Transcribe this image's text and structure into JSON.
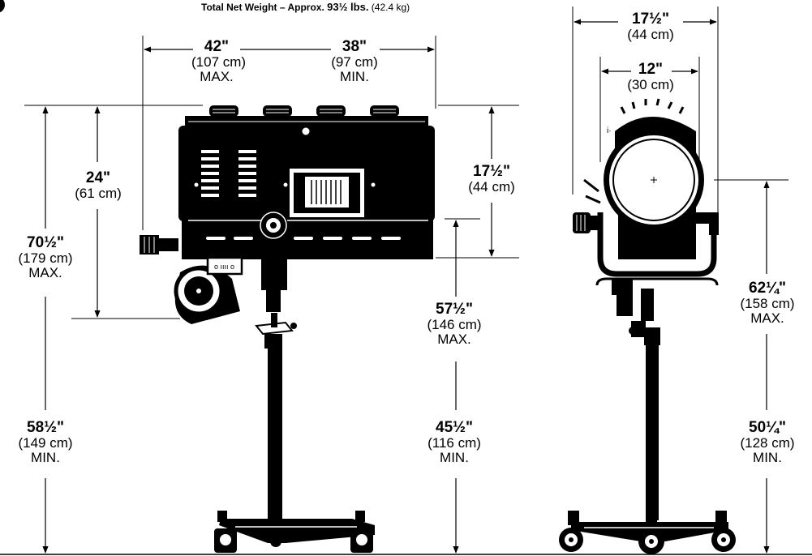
{
  "header": {
    "weight_label": "Total Net Weight – Approx.",
    "weight_value": "93½ lbs.",
    "weight_metric": "(42.4 kg)"
  },
  "dimensions": {
    "width_max": {
      "imperial": "42\"",
      "metric": "(107 cm)",
      "note": "MAX."
    },
    "width_min": {
      "imperial": "38\"",
      "metric": "(97 cm)",
      "note": "MIN."
    },
    "height_head": {
      "imperial": "24\"",
      "metric": "(61 cm)"
    },
    "total_max": {
      "imperial": "70½\"",
      "metric": "(179 cm)",
      "note": "MAX."
    },
    "total_min": {
      "imperial": "58½\"",
      "metric": "(149 cm)",
      "note": "MIN."
    },
    "head_side": {
      "imperial": "17½\"",
      "metric": "(44 cm)"
    },
    "yoke_max": {
      "imperial": "57½\"",
      "metric": "(146 cm)",
      "note": "MAX."
    },
    "yoke_min": {
      "imperial": "45½\"",
      "metric": "(116 cm)",
      "note": "MIN."
    },
    "front_width": {
      "imperial": "17½\"",
      "metric": "(44 cm)"
    },
    "lens_width": {
      "imperial": "12\"",
      "metric": "(30 cm)"
    },
    "center_max": {
      "imperial": "62¼\"",
      "metric": "(158 cm)",
      "note": "MAX."
    },
    "center_min": {
      "imperial": "50¼\"",
      "metric": "(128 cm)",
      "note": "MIN."
    }
  }
}
